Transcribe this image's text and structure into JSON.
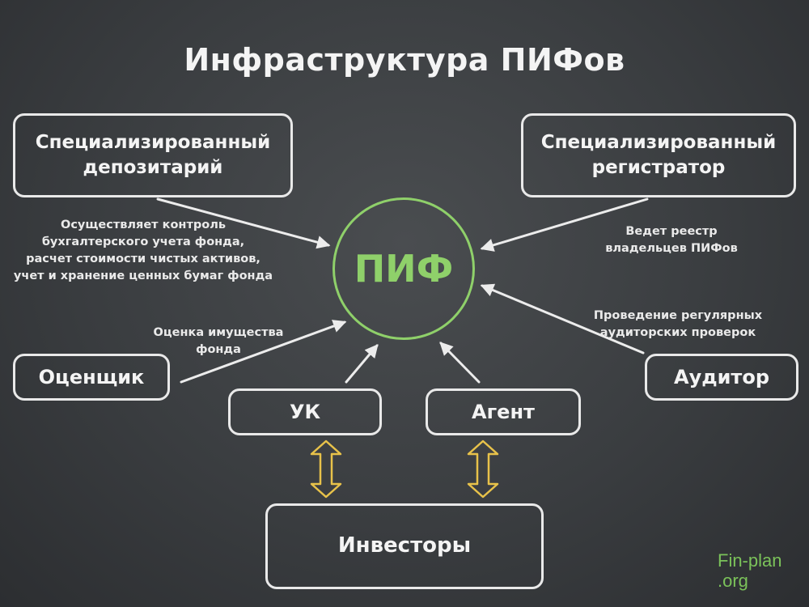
{
  "title": "Инфраструктура ПИФов",
  "center": {
    "label": "ПИФ"
  },
  "nodes": {
    "depository": {
      "line1": "Специализированный",
      "line2": "депозитарий"
    },
    "registrar": {
      "line1": "Специализированный",
      "line2": "регистратор"
    },
    "appraiser": "Оценщик",
    "auditor": "Аудитор",
    "uk": "УК",
    "agent": "Агент",
    "investors": "Инвесторы"
  },
  "notes": {
    "depository": [
      "Осуществляет контроль",
      "бухгалтерского учета фонда,",
      "расчет стоимости чистых активов,",
      "учет и хранение ценных бумаг фонда"
    ],
    "registrar": [
      "Ведет реестр",
      "владельцев ПИФов"
    ],
    "auditor": [
      "Проведение регулярных",
      "аудиторских проверок"
    ],
    "appraiser": [
      "Оценка имущества",
      "фонда"
    ]
  },
  "brand": {
    "line1": "Fin-plan",
    "line2": ".org"
  },
  "colors": {
    "background": "#3a3d40",
    "chalk": "#ececec",
    "pif_green": "#8fd06a",
    "double_arrow": "#e8c24a",
    "brand_green": "#7bc25a"
  }
}
